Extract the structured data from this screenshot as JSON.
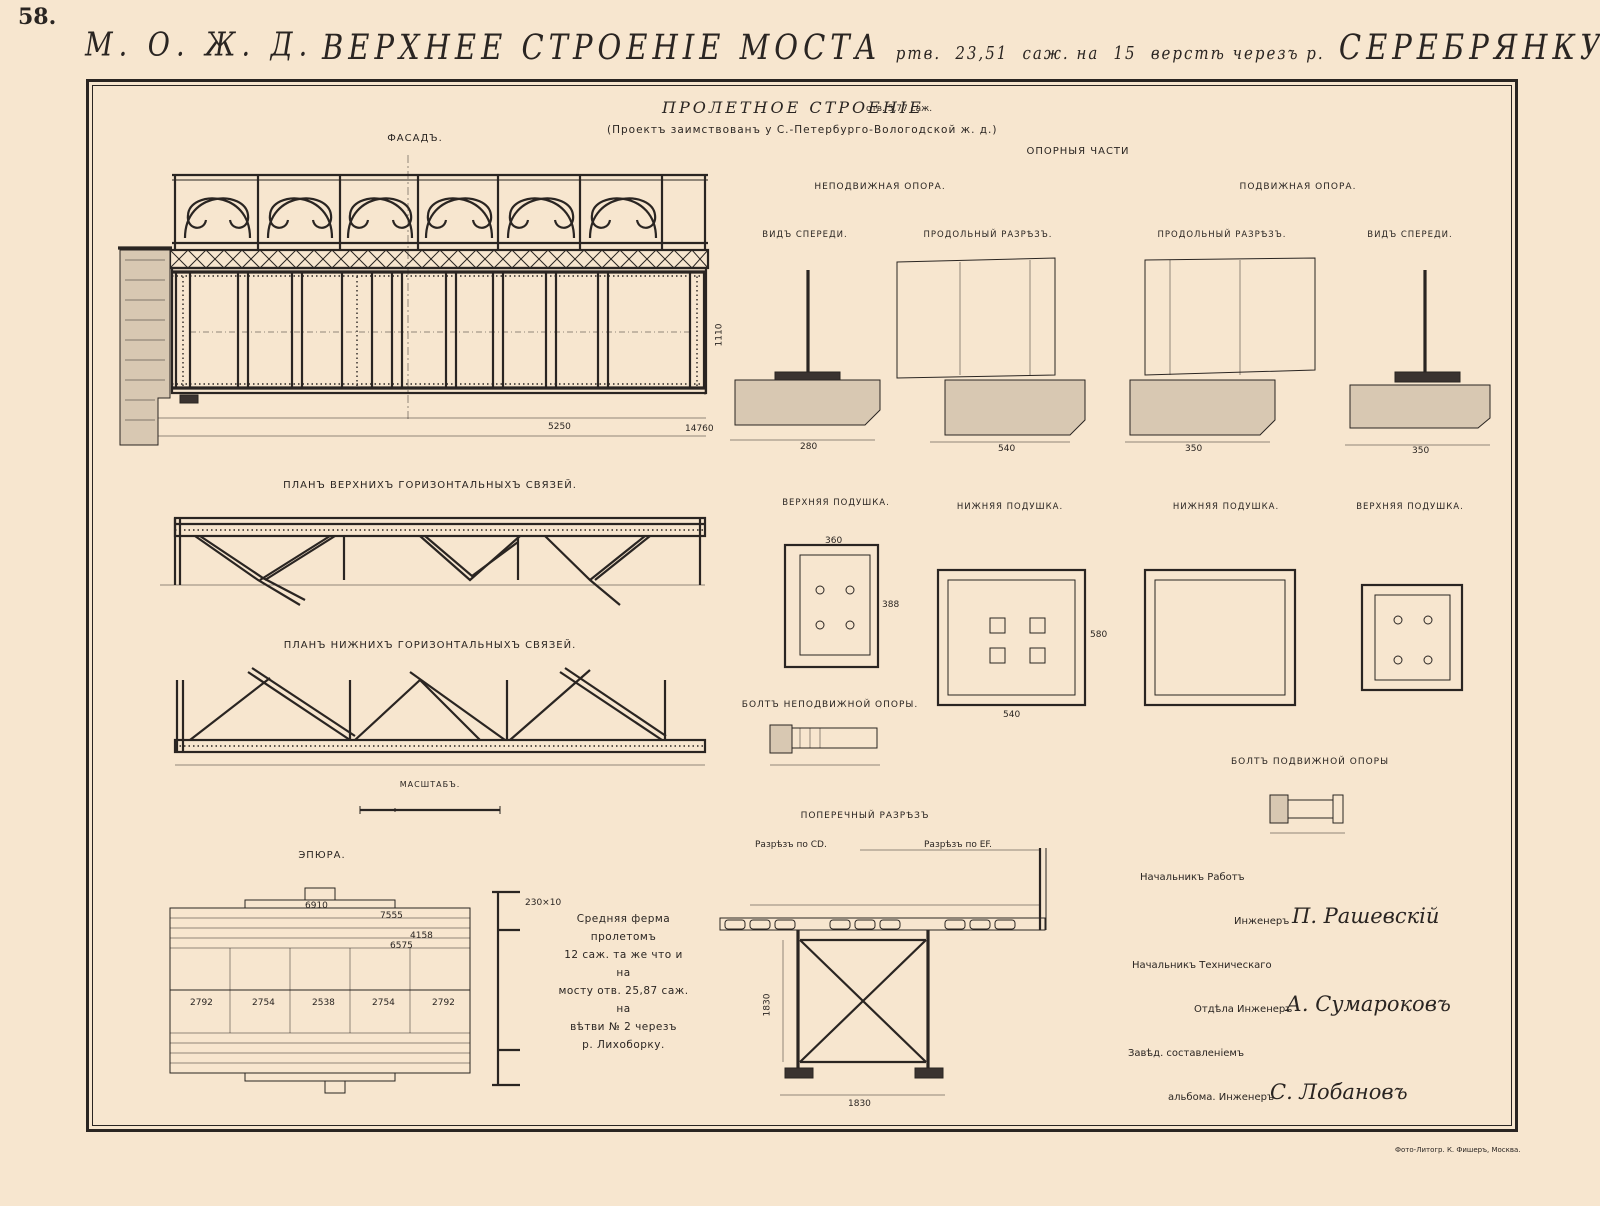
{
  "header": {
    "plate_number": "58.",
    "railway": "М. О. Ж. Д.",
    "title_a": "ВЕРХНЕЕ СТРОЕНІЕ МОСТА",
    "title_b": "ртв.",
    "title_c": "23,51",
    "title_d": "саж. на",
    "title_e": "15",
    "title_f": "верстѣ черезъ р.",
    "title_g": "СЕРЕБРЯНКУ"
  },
  "subtitle": {
    "main": "ПРОЛЕТНОЕ СТРОЕНІЕ",
    "span": "отв. 5,77 саж.",
    "note": "(Проектъ заимствованъ у С.-Петербурго-Вологодской ж. д.)"
  },
  "views": {
    "facade": "ФАСАДЪ.",
    "upper_bracing": "ПЛАНЪ ВЕРХНИХЪ ГОРИЗОНТАЛЬНЫХЪ СВЯЗЕЙ.",
    "lower_bracing": "ПЛАНЪ НИЖНИХЪ ГОРИЗОНТАЛЬНЫХЪ СВЯЗЕЙ.",
    "scale": "МАСШТАБЪ.",
    "diagram": "ЭПЮРА.",
    "bearings": "ОПОРНЫЯ ЧАСТИ",
    "fixed_bearing": "НЕПОДВИЖНАЯ ОПОРА.",
    "movable_bearing": "ПОДВИЖНАЯ ОПОРА.",
    "front_view_1": "ВИДЪ СПЕРЕДИ.",
    "long_section_1": "ПРОДОЛЬНЫЙ РАЗРѢЗЪ.",
    "long_section_2": "ПРОДОЛЬНЫЙ РАЗРѢЗЪ.",
    "front_view_2": "ВИДЪ СПЕРЕДИ.",
    "upper_pad_1": "ВЕРХНЯЯ ПОДУШКА.",
    "lower_pad_1": "НИЖНЯЯ ПОДУШКА.",
    "lower_pad_2": "НИЖНЯЯ ПОДУШКА.",
    "upper_pad_2": "ВЕРХНЯЯ ПОДУШКА.",
    "fixed_bolt": "БОЛТЪ НЕПОДВИЖНОЙ ОПОРЫ.",
    "movable_bolt": "БОЛТЪ ПОДВИЖНОЙ ОПОРЫ",
    "cross_section": "ПОПЕРЕЧНЫЙ РАЗРѢЗЪ",
    "section_cd": "Разрѣзъ по CD.",
    "section_ef": "Разрѣзъ по EF."
  },
  "note_lines": [
    "Средняя ферма пролетомъ",
    "12 саж. та же что и на",
    "мосту отв. 25,87 саж. на",
    "вѣтви № 2 черезъ",
    "р. Лихоборку."
  ],
  "signatures": [
    {
      "role": "Начальникъ Работъ",
      "title": "Инженеръ",
      "name": "П. Рашевскій"
    },
    {
      "role": "Начальникъ Техническаго",
      "title": "Отдѣла Инженеръ",
      "name": "А. Сумароковъ"
    },
    {
      "role": "Завѣд. составленіемъ",
      "title": "альбома. Инженеръ",
      "name": "С. Лобановъ"
    }
  ],
  "footer": "Фото-Литогр. К. Фишеръ, Москва.",
  "dims": {
    "facade_span": "5250",
    "facade_total": "14760",
    "facade_height": "1110",
    "bearing_w1": "280",
    "bearing_w2": "540",
    "bearing_w3": "350",
    "bearing_w4": "350",
    "pad_top": "360",
    "pad_side": "388",
    "lower_pad": "540",
    "lower_pad_side": "580",
    "diag_a": "2792",
    "diag_b": "2754",
    "diag_c": "2538",
    "diag_d": "2754",
    "diag_e": "2792",
    "diag_top": "6910",
    "diag_r1": "7555",
    "diag_r2": "4158",
    "diag_r3": "6575",
    "cross_w": "1830",
    "cross_h": "1830",
    "plate_sizes": "230×10"
  },
  "colors": {
    "paper": "#f7e6cf",
    "ink": "#2a2522"
  }
}
